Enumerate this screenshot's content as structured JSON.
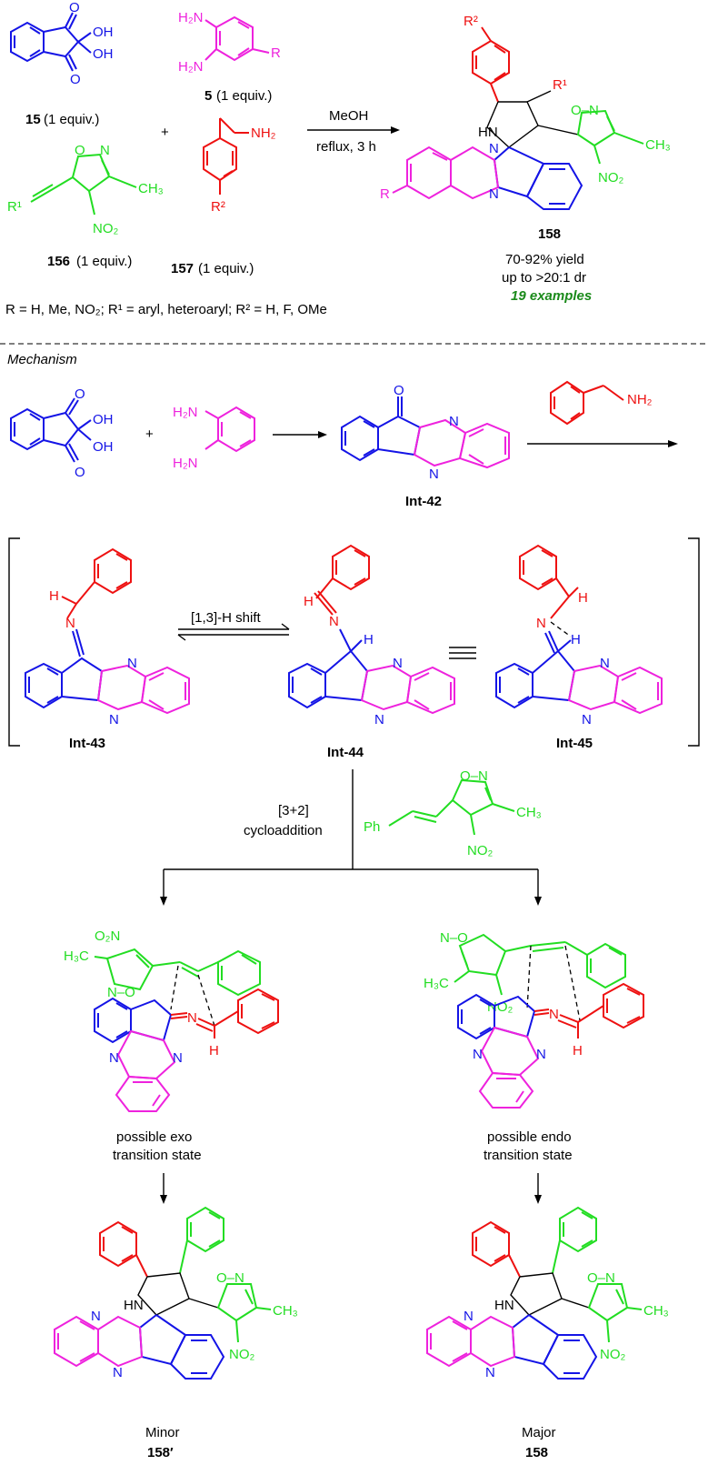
{
  "scheme": {
    "top": {
      "cmp15": "15",
      "equiv": "(1 equiv.)",
      "cmp5": "5",
      "cmp156": "156",
      "cmp157": "157",
      "cmp158": "158",
      "plus": "+",
      "conditions_1": "MeOH",
      "conditions_2": "reflux, 3 h",
      "yield": "70-92% yield",
      "dr": "up to >20:1 dr",
      "examples": "19 examples",
      "substituents": "R = H, Me, NO₂; R¹ = aryl, heteroaryl; R² = H, F, OMe"
    },
    "mechanism": {
      "heading": "Mechanism",
      "int42": "Int-42",
      "int43": "Int-43",
      "int44": "Int-44",
      "int45": "Int-45",
      "shift": "[1,3]-H shift",
      "cyclo_1": "[3+2]",
      "cyclo_2": "cycloaddition",
      "exo_1": "possible exo",
      "exo_2": "transition state",
      "endo_1": "possible endo",
      "endo_2": "transition state",
      "minor": "Minor",
      "major": "Major",
      "cmp158p": "158′",
      "cmp158": "158"
    },
    "atoms": {
      "O": "O",
      "OH": "OH",
      "N": "N",
      "H": "H",
      "HN": "HN",
      "Ph": "Ph",
      "NH2": "NH₂",
      "H2N": "H₂N",
      "R": "R",
      "CH3": "CH₃",
      "H3C": "H₃C",
      "NO2": "NO₂",
      "O2N": "O₂N",
      "ON": "O–N",
      "R1": "R¹",
      "R2": "R²",
      "NO": "N–O"
    },
    "colors": {
      "ninhydrin": "#1414e6",
      "diamine": "#ee22dd",
      "amine": "#ee1111",
      "isoxazole": "#22dd22",
      "examples": "#1a8a1a"
    }
  }
}
